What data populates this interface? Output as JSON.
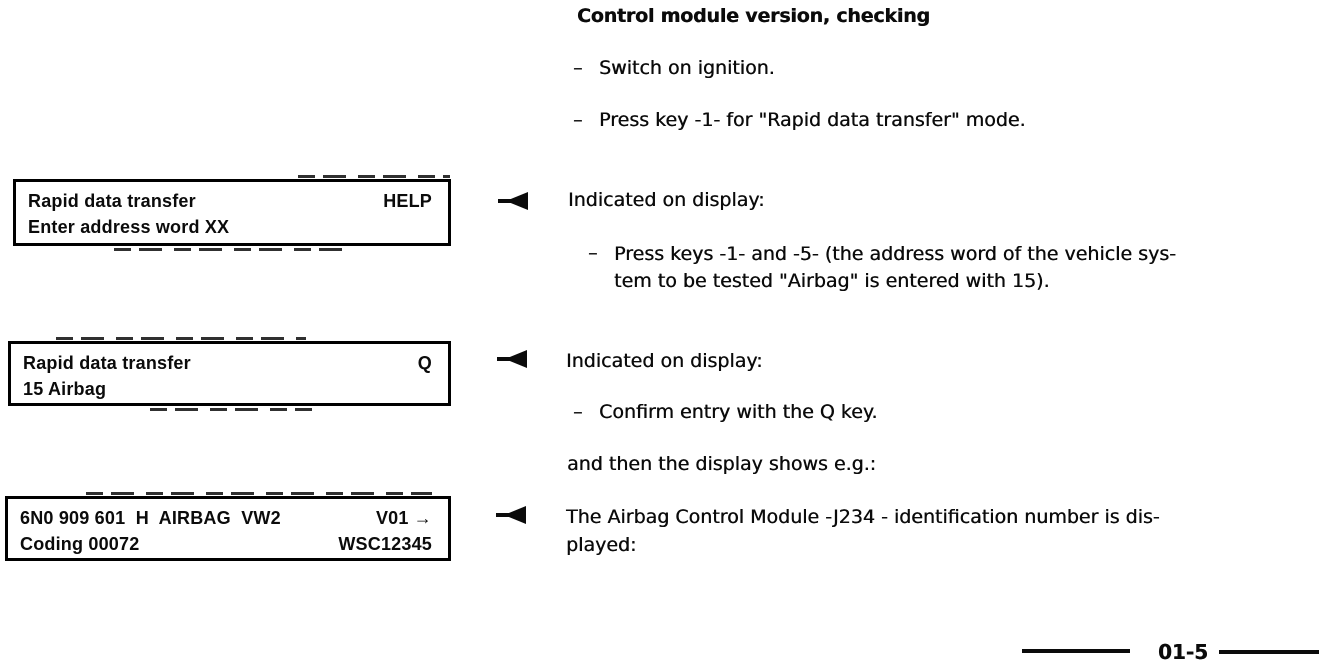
{
  "page": {
    "background": "#ffffff",
    "ink": "#0b0b0b",
    "footer": {
      "page_number": "01-5"
    }
  },
  "header": {
    "title": "Control module version, checking"
  },
  "intro_steps": [
    {
      "dash": "–",
      "text": "Switch on ignition."
    },
    {
      "dash": "–",
      "text": "Press key -1- for \"Rapid data transfer\" mode."
    }
  ],
  "displays": [
    {
      "line1_left": "Rapid data transfer",
      "line1_right": "HELP",
      "line2_left": "Enter address word XX",
      "line2_right": ""
    },
    {
      "line1_left": "Rapid data transfer",
      "line1_right": "Q",
      "line2_left": "15 Airbag",
      "line2_right": ""
    },
    {
      "line1_left": "6N0 909 601  H  AIRBAG  VW2",
      "line1_right": "V01 →",
      "line2_left": "Coding 00072",
      "line2_right": "WSC12345"
    }
  ],
  "callouts": {
    "block1": {
      "lead": "Indicated on display:",
      "item_dash": "–",
      "item_line1": "Press keys -1- and -5- (the address word of the vehicle sys-",
      "item_line2": "tem to be tested \"Airbag\" is entered with 15)."
    },
    "block2": {
      "lead": "Indicated on display:",
      "item_dash": "–",
      "item_text": "Confirm entry with the Q key.",
      "continuation": "and then the display shows e.g.:"
    },
    "block3": {
      "line1": "The Airbag Control Module -J234 - identification number is dis-",
      "line2": "played:"
    }
  }
}
